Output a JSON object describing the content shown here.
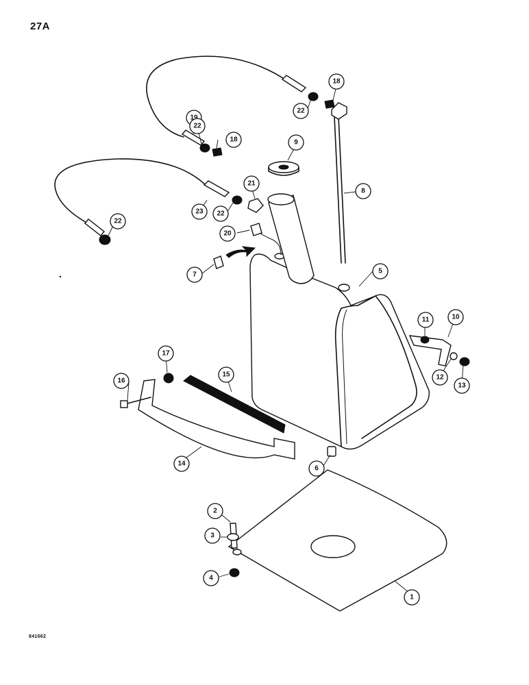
{
  "page_label": "27A",
  "drawing_code": "841662",
  "callouts": {
    "c1": "1",
    "c2": "2",
    "c3": "3",
    "c4": "4",
    "c5": "5",
    "c6": "6",
    "c7": "7",
    "c8": "8",
    "c9": "9",
    "c10": "10",
    "c11": "11",
    "c12": "12",
    "c13": "13",
    "c14": "14",
    "c15": "15",
    "c16": "16",
    "c17": "17",
    "c18a": "18",
    "c18b": "18",
    "c19": "19",
    "c20": "20",
    "c21": "21",
    "c22a": "22",
    "c22b": "22",
    "c22c": "22",
    "c22d": "22",
    "c23": "23"
  }
}
